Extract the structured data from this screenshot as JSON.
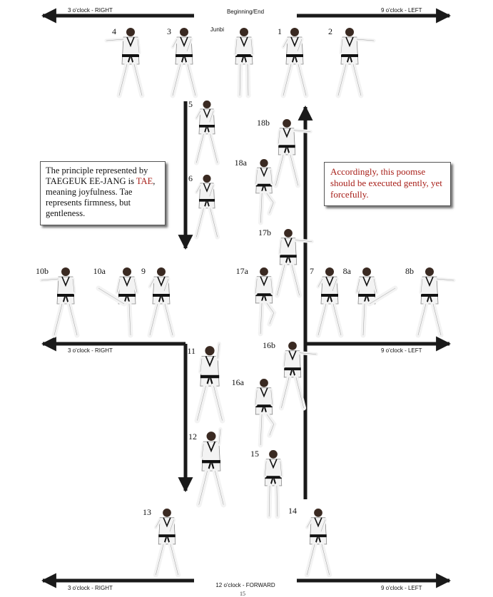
{
  "direction_labels": {
    "top_center": "Beginning/End",
    "top_left": "3 o'clock - RIGHT",
    "top_right": "9 o'clock - LEFT",
    "middle_left": "3 o'clock - RIGHT",
    "middle_right": "9 o'clock - LEFT",
    "bottom_left": "3 o'clock - RIGHT",
    "bottom_center": "12 o'clock - FORWARD",
    "bottom_right": "9 o'clock - LEFT"
  },
  "start_label": "Junbi",
  "steps": [
    "1",
    "2",
    "3",
    "4",
    "5",
    "6",
    "7",
    "8a",
    "8b",
    "9",
    "10a",
    "10b",
    "11",
    "12",
    "13",
    "14",
    "15",
    "16a",
    "16b",
    "17a",
    "17b",
    "18a",
    "18b"
  ],
  "principle_box": {
    "line1": "The principle represented by",
    "name": "TAEGEUK EE-JANG",
    "mid": " is ",
    "keyword": "TAE",
    "rest": ", meaning joyfulness. Tae represents firmness, but gentleness."
  },
  "poomse_box": {
    "text": "Accordingly, this poomse should be executed gently, yet forcefully."
  },
  "page_number": "15",
  "colors": {
    "accent": "#a8201a",
    "arrow": "#1a1a1a",
    "uniform": "#f3f3f3",
    "belt": "#111111"
  },
  "figures": {
    "junbi": {
      "label": "Junbi",
      "pose": "ready"
    },
    "1": {
      "label": "1",
      "pose": "block-left"
    },
    "2": {
      "label": "2",
      "pose": "punch-left"
    },
    "3": {
      "label": "3",
      "pose": "block-right"
    },
    "4": {
      "label": "4",
      "pose": "punch-right"
    },
    "5": {
      "label": "5",
      "pose": "block"
    },
    "6": {
      "label": "6",
      "pose": "block"
    },
    "7": {
      "label": "7",
      "pose": "block-left"
    },
    "8a": {
      "label": "8a",
      "pose": "kick-left"
    },
    "8b": {
      "label": "8b",
      "pose": "punch-left"
    },
    "9": {
      "label": "9",
      "pose": "block-right"
    },
    "10a": {
      "label": "10a",
      "pose": "kick-right"
    },
    "10b": {
      "label": "10b",
      "pose": "punch-right"
    },
    "11": {
      "label": "11",
      "pose": "high-block"
    },
    "12": {
      "label": "12",
      "pose": "high-block"
    },
    "13": {
      "label": "13",
      "pose": "block-right"
    },
    "14": {
      "label": "14",
      "pose": "block-left"
    },
    "15": {
      "label": "15",
      "pose": "ready"
    },
    "16a": {
      "label": "16a",
      "pose": "knee"
    },
    "16b": {
      "label": "16b",
      "pose": "punch"
    },
    "17a": {
      "label": "17a",
      "pose": "knee"
    },
    "17b": {
      "label": "17b",
      "pose": "punch"
    },
    "18a": {
      "label": "18a",
      "pose": "knee"
    },
    "18b": {
      "label": "18b",
      "pose": "punch"
    }
  }
}
